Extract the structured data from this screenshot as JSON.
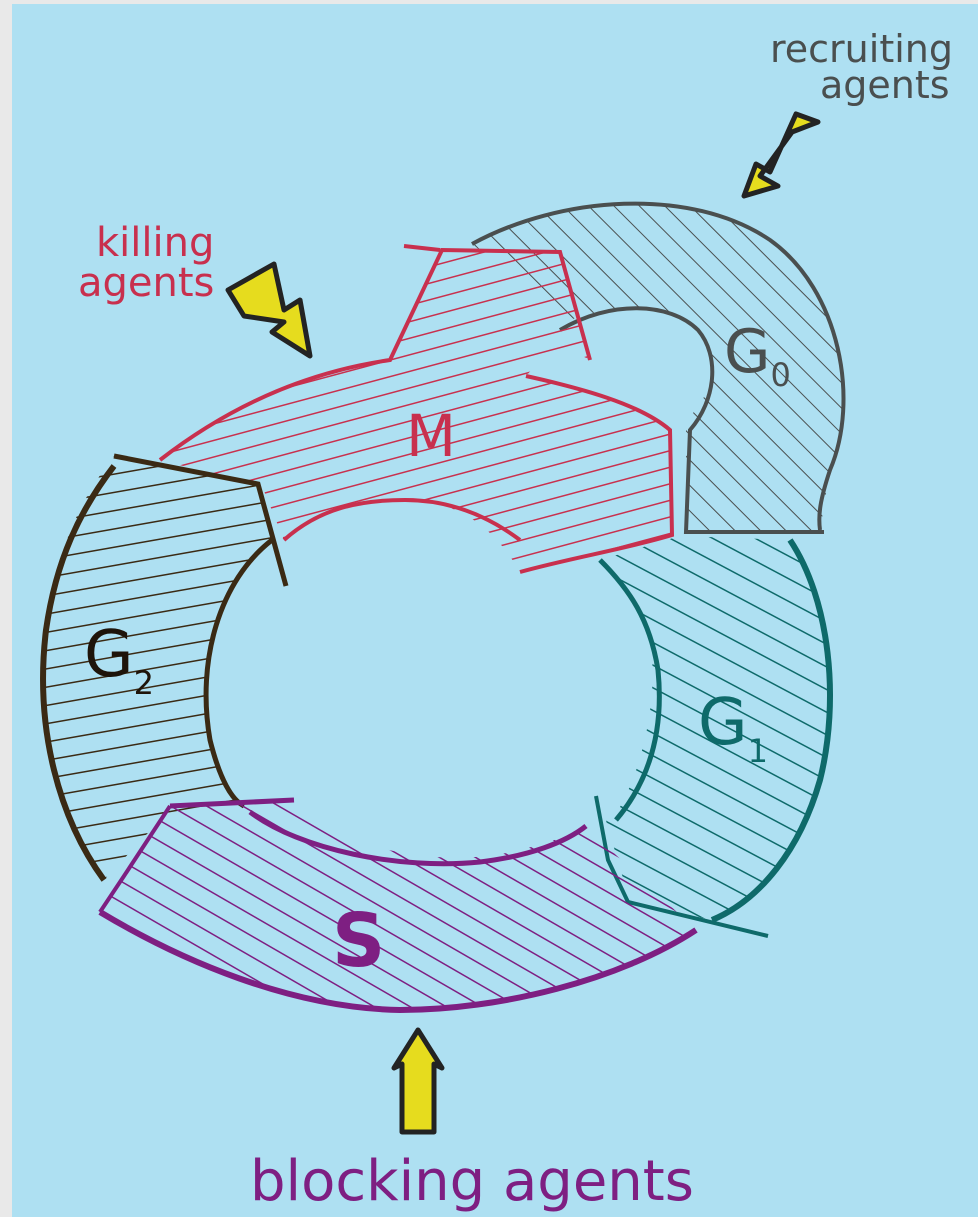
{
  "labels": {
    "recruiting_line1": "recruiting",
    "recruiting_line2": "agents",
    "killing_line1": "killing",
    "killing_line2": "agents",
    "blocking": "blocking agents"
  },
  "phases": {
    "m": "M",
    "g0_base": "G",
    "g0_sub": "0",
    "g1_base": "G",
    "g1_sub": "1",
    "g2_base": "G",
    "g2_sub": "2",
    "s": "S"
  },
  "colors": {
    "background": "#aee0f2",
    "m_phase": "#c8304e",
    "g0_phase": "#4a4f4f",
    "g1_phase": "#0e6a6a",
    "g2_phase": "#3a2a14",
    "s_phase": "#7e1f82",
    "arrow_fill": "#e6dc1e",
    "arrow_outline": "#232323"
  }
}
